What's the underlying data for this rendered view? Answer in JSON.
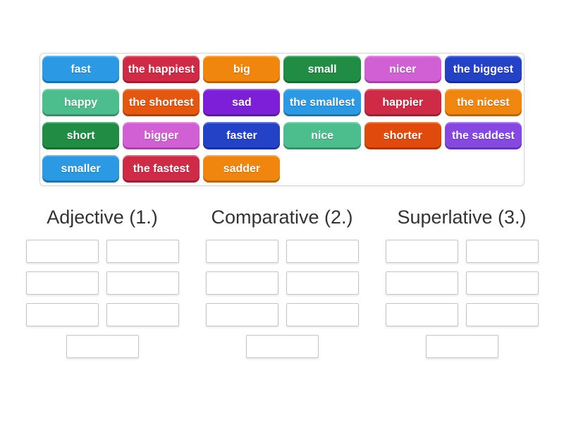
{
  "activity": {
    "type_label": "group-sort",
    "background": "#ffffff"
  },
  "tray": {
    "tiles": [
      {
        "label": "fast",
        "color": "#2b99e3"
      },
      {
        "label": "the happiest",
        "color": "#cf2b47"
      },
      {
        "label": "big",
        "color": "#f1860f"
      },
      {
        "label": "small",
        "color": "#218c44"
      },
      {
        "label": "nicer",
        "color": "#d160d4"
      },
      {
        "label": "the biggest",
        "color": "#2342c6"
      },
      {
        "label": "happy",
        "color": "#4cbd8d"
      },
      {
        "label": "the shortest",
        "color": "#e5570e"
      },
      {
        "label": "sad",
        "color": "#7d1fd9"
      },
      {
        "label": "the smallest",
        "color": "#2b99e3"
      },
      {
        "label": "happier",
        "color": "#cf2b47"
      },
      {
        "label": "the nicest",
        "color": "#f1860f"
      },
      {
        "label": "short",
        "color": "#218c44"
      },
      {
        "label": "bigger",
        "color": "#d160d4"
      },
      {
        "label": "faster",
        "color": "#2342c6"
      },
      {
        "label": "nice",
        "color": "#4cbd8d"
      },
      {
        "label": "shorter",
        "color": "#e04b0d"
      },
      {
        "label": "the saddest",
        "color": "#8748e2"
      },
      {
        "label": "smaller",
        "color": "#2b99e3"
      },
      {
        "label": "the fastest",
        "color": "#cf2b47"
      },
      {
        "label": "sadder",
        "color": "#f1860f"
      }
    ]
  },
  "groups": [
    {
      "label": "Adjective (1.)",
      "slot_count": 7
    },
    {
      "label": "Comparative (2.)",
      "slot_count": 7
    },
    {
      "label": "Superlative (3.)",
      "slot_count": 7
    }
  ]
}
